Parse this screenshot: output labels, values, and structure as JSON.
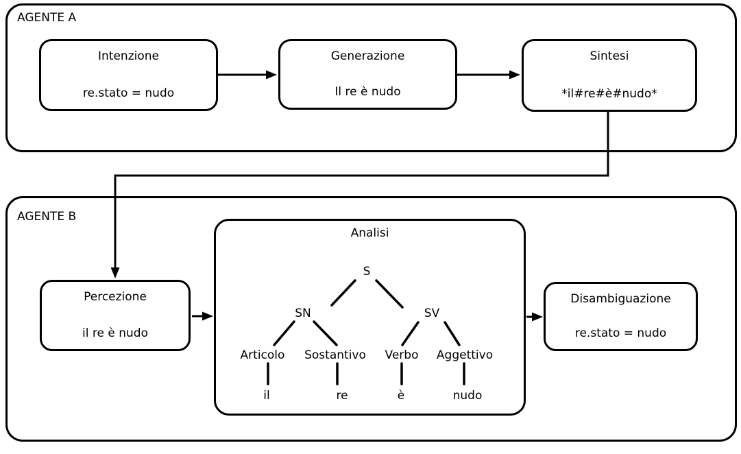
{
  "colors": {
    "stroke": "#000000",
    "background": "#ffffff",
    "text": "#000000"
  },
  "agent_a": {
    "label": "AGENTE A",
    "intention": {
      "title": "Intenzione",
      "value": "re.stato = nudo"
    },
    "generation": {
      "title": "Generazione",
      "value": "Il re è nudo"
    },
    "synthesis": {
      "title": "Sintesi",
      "value": "*il#re#è#nudo*"
    }
  },
  "agent_b": {
    "label": "AGENTE B",
    "perception": {
      "title": "Percezione",
      "value": "il re è nudo"
    },
    "analysis": {
      "title": "Analisi",
      "tree": {
        "root": "S",
        "phrases": [
          "SN",
          "SV"
        ],
        "categories": [
          "Articolo",
          "Sostantivo",
          "Verbo",
          "Aggettivo"
        ],
        "leaves": [
          "il",
          "re",
          "è",
          "nudo"
        ]
      }
    },
    "disambiguation": {
      "title": "Disambiguazione",
      "value": "re.stato = nudo"
    }
  }
}
